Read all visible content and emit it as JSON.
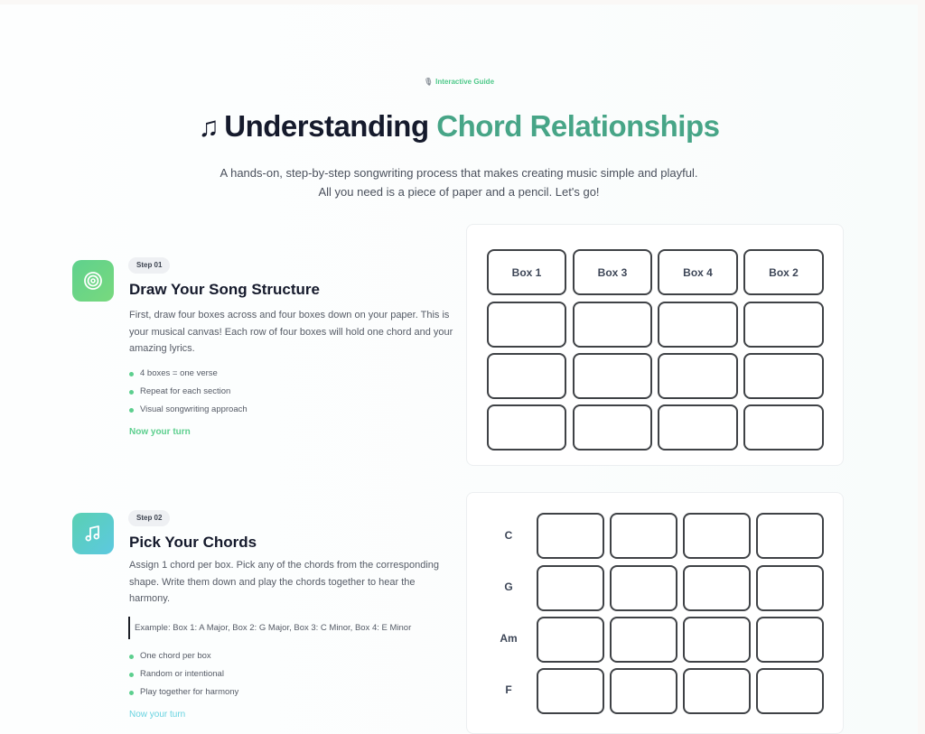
{
  "header": {
    "eyebrow_icon": "microphone-icon",
    "eyebrow_label": "Interactive Guide",
    "title_icon": "♫",
    "title_main": "Understanding",
    "title_accent": "Chord Relationships",
    "subtitle_line1": "A hands-on, step-by-step songwriting process that makes creating music simple and playful.",
    "subtitle_line2": "All you need is a piece of paper and a pencil. Let's go!"
  },
  "colors": {
    "accent_green": "#47a587",
    "bullet_green": "#5ccf8e",
    "title_dark": "#151a2c",
    "cta_teal": "#67d3e0"
  },
  "steps": [
    {
      "icon": "target-icon",
      "pill": "Step 01",
      "heading": "Draw Your Song Structure",
      "description": "First, draw four boxes across and four boxes down on your paper. This is your musical canvas! Each row of four boxes will hold one chord and your amazing lyrics.",
      "bullets": [
        "4 boxes = one verse",
        "Repeat for each section",
        "Visual songwriting approach"
      ],
      "cta": "Now your turn",
      "grid": {
        "header_row": [
          "Box 1",
          "Box 3",
          "Box 4",
          "Box 2"
        ],
        "rows": 4,
        "cols": 4
      }
    },
    {
      "icon": "music-note-icon",
      "pill": "Step 02",
      "heading": "Pick Your Chords",
      "description": "Assign 1 chord per box. Pick any of the chords from the corresponding shape. Write them down and play the chords together to hear the harmony.",
      "example": "Example: Box 1: A Major, Box 2: G Major, Box 3: C Minor, Box 4: E Minor",
      "bullets": [
        "One chord per box",
        "Random or intentional",
        "Play together for harmony"
      ],
      "cta": "Now your turn",
      "grid": {
        "row_labels": [
          "C",
          "G",
          "Am",
          "F"
        ],
        "rows": 4,
        "cols": 4
      }
    }
  ]
}
